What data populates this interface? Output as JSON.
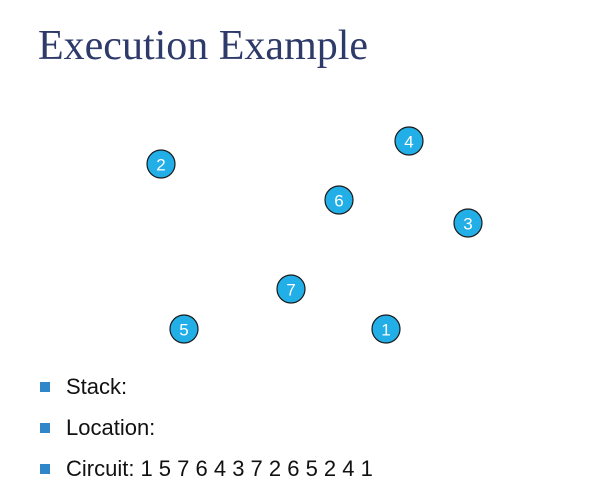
{
  "title": "Execution Example",
  "colors": {
    "title": "#2e3a6a",
    "node_fill": "#22aee6",
    "node_stroke": "#1a1a1a",
    "bullet": "#2f86c9"
  },
  "nodes": [
    {
      "label": "2"
    },
    {
      "label": "4"
    },
    {
      "label": "6"
    },
    {
      "label": "3"
    },
    {
      "label": "7"
    },
    {
      "label": "5"
    },
    {
      "label": "1"
    }
  ],
  "bullets": [
    {
      "label": "Stack:",
      "value": ""
    },
    {
      "label": "Location:",
      "value": ""
    },
    {
      "label": "Circuit:",
      "value": "1 5 7 6 4 3 7 2 6 5 2 4 1"
    }
  ]
}
